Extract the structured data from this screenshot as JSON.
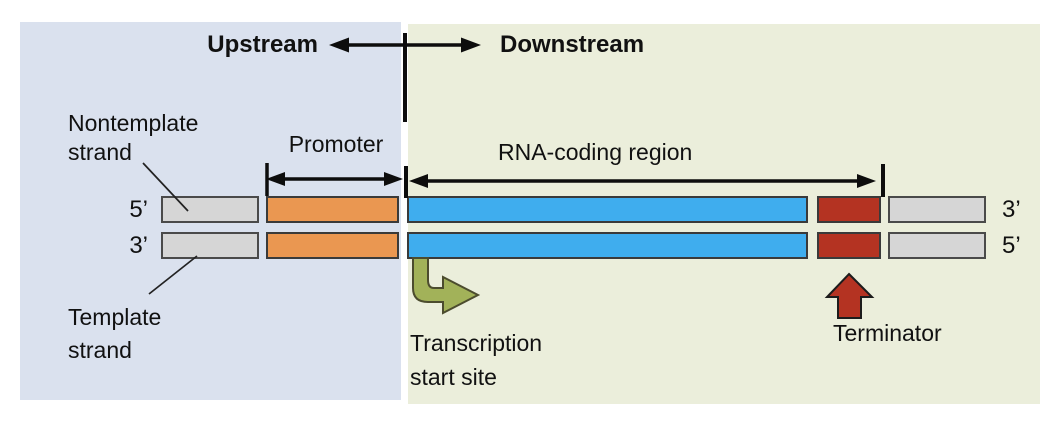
{
  "header": {
    "upstream": "Upstream",
    "downstream": "Downstream"
  },
  "strand_labels": {
    "nontemplate_line1": "Nontemplate",
    "nontemplate_line2": "strand",
    "template_line1": "Template",
    "template_line2": "strand"
  },
  "feature_labels": {
    "promoter": "Promoter",
    "rna_coding_region": "RNA-coding region",
    "transcription_start_line1": "Transcription",
    "transcription_start_line2": "start site",
    "terminator": "Terminator"
  },
  "strand_ends": {
    "nontemplate_left": "5’",
    "nontemplate_right": "3’",
    "template_left": "3’",
    "template_right": "5’"
  },
  "colors": {
    "upstream-bg": "#dae1ee",
    "downstream-bg": "#ebeedb",
    "flank-gray": "#d6d6d6",
    "promoter-orange": "#ea9751",
    "coding-blue": "#3fadee",
    "terminator-red": "#b43322",
    "start-arrow-green": "#a2b259",
    "box-border": "#3a3a3a",
    "line-black": "#0d0d0d"
  }
}
